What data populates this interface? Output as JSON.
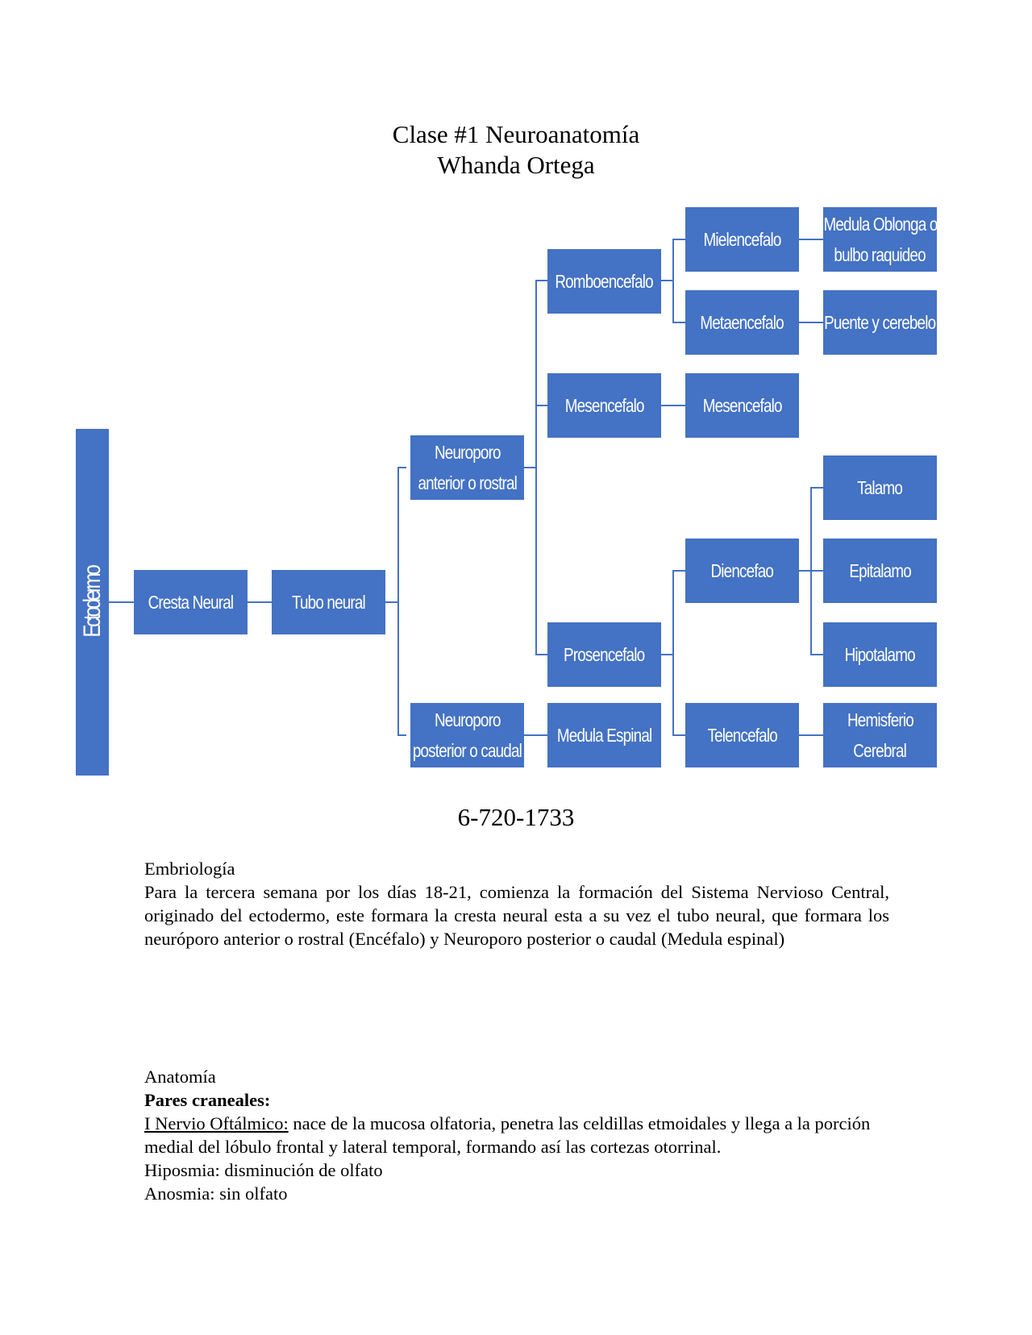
{
  "header": {
    "title_line1": "Clase #1 Neuroanatomía",
    "title_line2": "Whanda Ortega"
  },
  "diagram": {
    "colors": {
      "box_fill": "#4472c4",
      "connector": "#4472c4",
      "box_text": "#ffffff"
    },
    "root": "Ectodermo",
    "nodes": {
      "cresta_neural": "Cresta Neural",
      "tubo_neural": "Tubo neural",
      "neuroporo_anterior": [
        "Neuroporo",
        "anterior o rostral"
      ],
      "neuroporo_posterior": [
        "Neuroporo",
        "posterior o caudal"
      ],
      "romboencefalo": "Romboencefalo",
      "mesencefalo_1": "Mesencefalo",
      "prosencefalo": "Prosencefalo",
      "medula_espinal": "Medula Espinal",
      "mielencefalo": "Mielencefalo",
      "metaencefalo": "Metaencefalo",
      "mesencefalo_2": "Mesencefalo",
      "diencefalo": "Diencefao",
      "telencefalo": "Telencefalo",
      "medula_oblonga": [
        "Medula Oblonga o",
        "bulbo raquideo"
      ],
      "puente": "Puente y cerebelo",
      "talamo": "Talamo",
      "epitalamo": "Epitalamo",
      "hipotalamo": "Hipotalamo",
      "hemisferio": [
        "Hemisferio",
        "Cerebral"
      ]
    }
  },
  "phone": "6-720-1733",
  "embriologia": {
    "heading": "Embriología",
    "body": "Para la tercera semana por los días 18-21, comienza la formación del Sistema Nervioso Central, originado del ectodermo, este formara la cresta neural esta a su vez el tubo neural, que formara los neuróporo anterior o rostral (Encéfalo) y Neuroporo posterior o caudal (Medula espinal)"
  },
  "anatomia": {
    "heading": "Anatomía",
    "subheading": "Pares craneales:",
    "nervio_label": "I Nervio Oftálmico:",
    "nervio_text": " nace de la mucosa olfatoria, penetra las celdillas etmoidales y llega a la porción medial del lóbulo frontal y lateral temporal, formando así las cortezas otorrinal.",
    "hiposmia": "Hiposmia: disminución de olfato",
    "anosmia": "Anosmia: sin olfato"
  }
}
